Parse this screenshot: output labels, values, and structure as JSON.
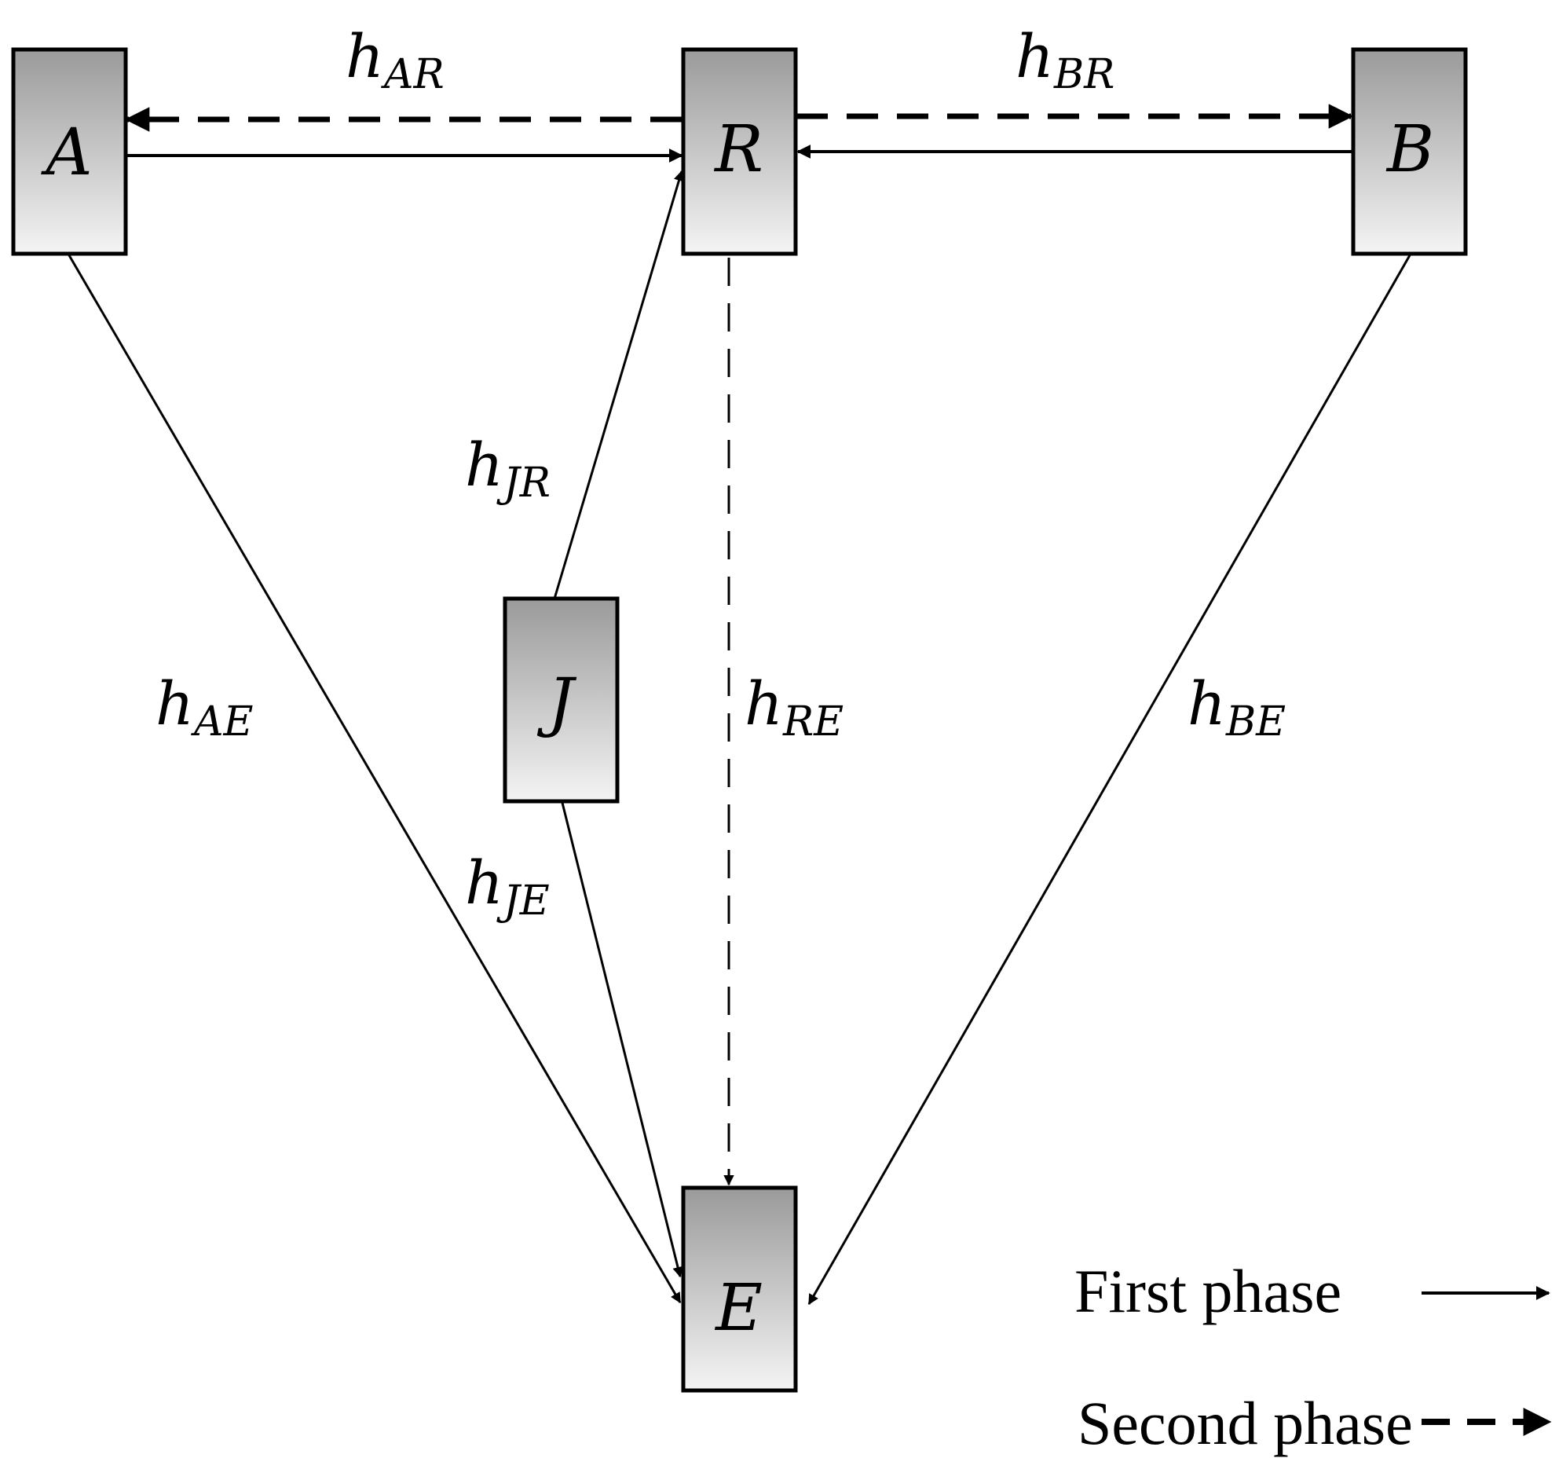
{
  "nodes": {
    "A": "A",
    "R": "R",
    "B": "B",
    "J": "J",
    "E": "E"
  },
  "channels": {
    "AR": {
      "main": "h",
      "sub": "AR"
    },
    "BR": {
      "main": "h",
      "sub": "BR"
    },
    "JR": {
      "main": "h",
      "sub": "JR"
    },
    "AE": {
      "main": "h",
      "sub": "AE"
    },
    "RE": {
      "main": "h",
      "sub": "RE"
    },
    "BE": {
      "main": "h",
      "sub": "BE"
    },
    "JE": {
      "main": "h",
      "sub": "JE"
    }
  },
  "legend": {
    "first": "First phase",
    "second": "Second phase"
  },
  "colors": {
    "box_top": "#9a9a9a",
    "box_bottom": "#f4f4f4",
    "stroke": "#000000"
  }
}
